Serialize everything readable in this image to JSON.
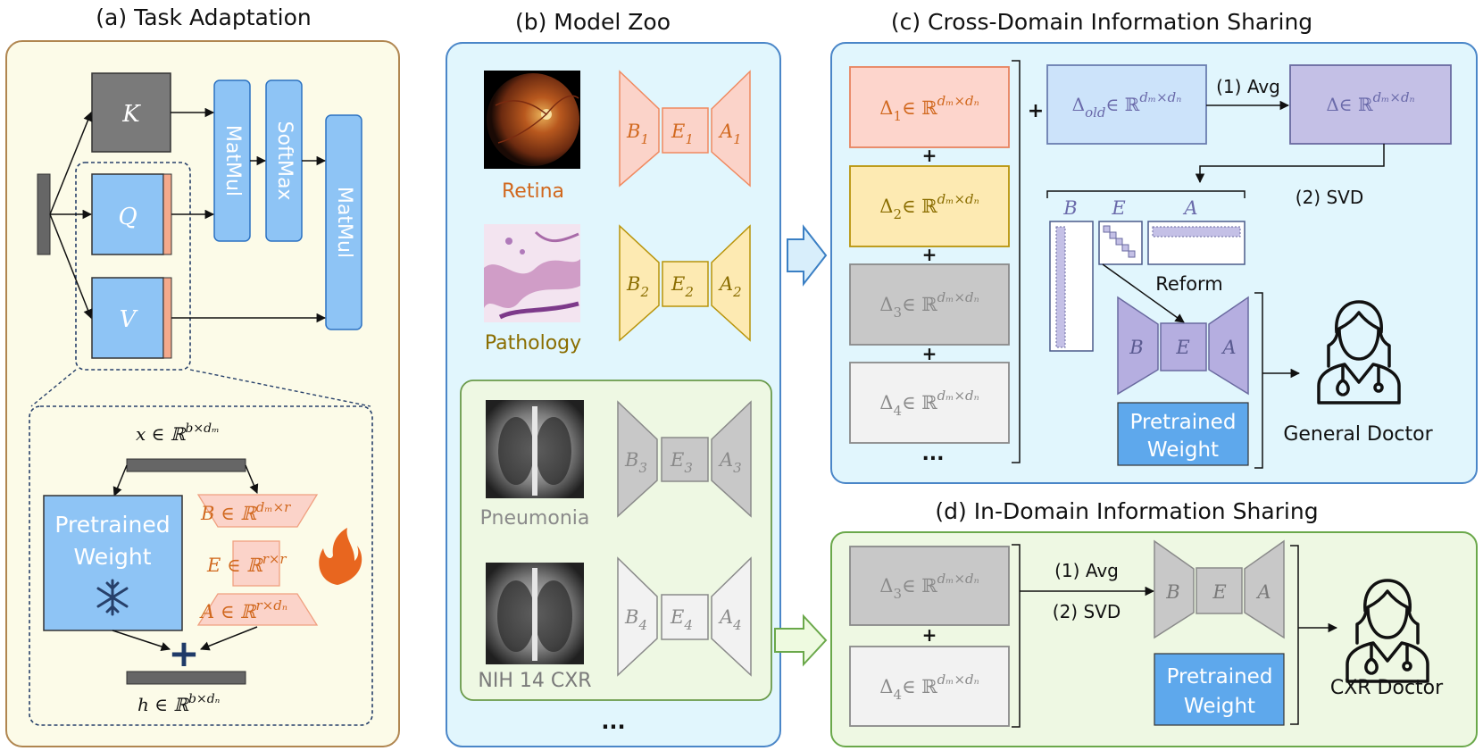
{
  "titles": {
    "a": "(a) Task Adaptation",
    "b": "(b) Model Zoo",
    "c": "(c) Cross-Domain Information Sharing",
    "d": "(d) In-Domain Information Sharing"
  },
  "panel_a": {
    "k": "K",
    "q": "Q",
    "v": "V",
    "matmul1": "MatMul",
    "softmax": "SoftMax",
    "matmul2": "MatMul",
    "x_label": "x ∈ ℝ",
    "x_sup": "b×dₘ",
    "pretrained_1": "Pretrained",
    "pretrained_2": "Weight",
    "b_label": "B ∈ ℝ",
    "b_sup": "dₘ×r",
    "e_label": "E ∈ ℝ",
    "e_sup": "r×r",
    "a_label": "A ∈ ℝ",
    "a_sup": "r×dₙ",
    "h_label": "h ∈ ℝ",
    "h_sup": "b×dₙ",
    "plus": "+"
  },
  "panel_b": {
    "models": [
      {
        "name": "Retina",
        "b": "B",
        "e": "E",
        "a": "A",
        "idx": "1",
        "color": "#e07030"
      },
      {
        "name": "Pathology",
        "b": "B",
        "e": "E",
        "a": "A",
        "idx": "2",
        "color": "#8a6d00"
      },
      {
        "name": "Pneumonia",
        "b": "B",
        "e": "E",
        "a": "A",
        "idx": "3",
        "color": "#8a8a8a"
      },
      {
        "name": "NIH 14 CXR",
        "b": "B",
        "e": "E",
        "a": "A",
        "idx": "4",
        "color": "#7a7a7a"
      }
    ],
    "ellipsis": "..."
  },
  "panel_c": {
    "deltas": [
      {
        "label": "Δ",
        "idx": "1",
        "rest": "∈ ℝ",
        "sup": "dₘ×dₙ"
      },
      {
        "label": "Δ",
        "idx": "2",
        "rest": "∈ ℝ",
        "sup": "dₘ×dₙ"
      },
      {
        "label": "Δ",
        "idx": "3",
        "rest": "∈ ℝ",
        "sup": "dₘ×dₙ"
      },
      {
        "label": "Δ",
        "idx": "4",
        "rest": "∈ ℝ",
        "sup": "dₘ×dₙ"
      }
    ],
    "plus": "+",
    "ellipsis": "...",
    "old_label": "Δ",
    "old_idx": "old",
    "old_rest": "∈ ℝ",
    "old_sup": "dₘ×dₙ",
    "avg": "(1) Avg",
    "delta_label": "Δ∈ ℝ",
    "delta_sup": "dₘ×dₙ",
    "svd": "(2) SVD",
    "b": "B",
    "e": "E",
    "a": "A",
    "reform": "Reform",
    "pretrained_1": "Pretrained",
    "pretrained_2": "Weight",
    "doctor": "General Doctor"
  },
  "panel_d": {
    "deltas": [
      {
        "label": "Δ",
        "idx": "3",
        "rest": "∈ ℝ",
        "sup": "dₘ×dₙ"
      },
      {
        "label": "Δ",
        "idx": "4",
        "rest": "∈ ℝ",
        "sup": "dₘ×dₙ"
      }
    ],
    "plus": "+",
    "avg": "(1) Avg",
    "svd": "(2) SVD",
    "b": "B",
    "e": "E",
    "a": "A",
    "pretrained_1": "Pretrained",
    "pretrained_2": "Weight",
    "doctor": "CXR Doctor"
  }
}
